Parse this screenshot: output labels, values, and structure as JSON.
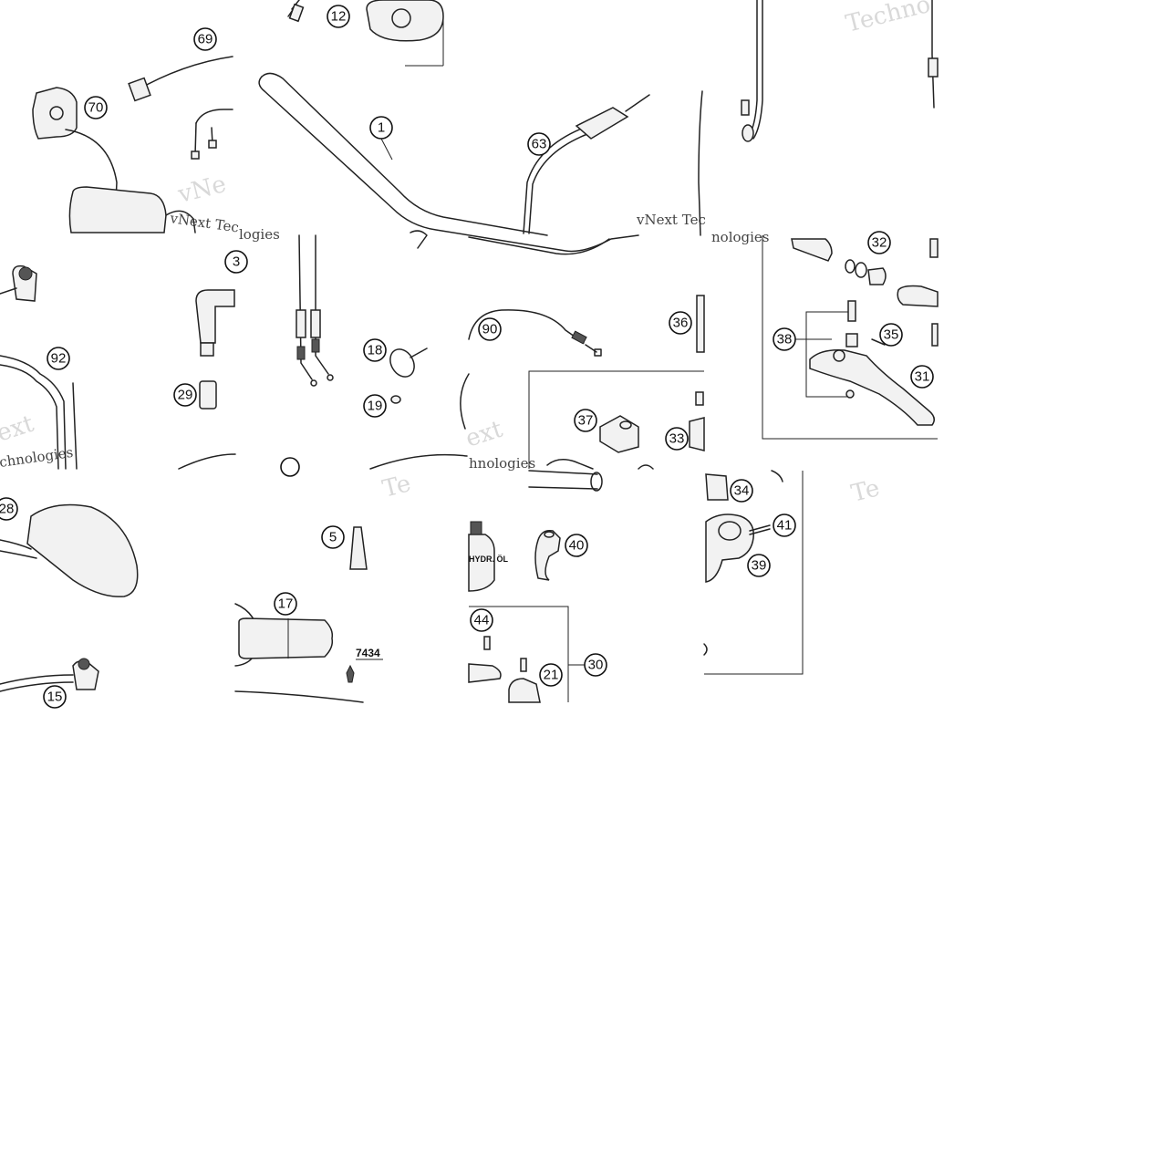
{
  "callouts": {
    "c1": "1",
    "c3": "3",
    "c5": "5",
    "c12": "12",
    "c15": "15",
    "c17": "17",
    "c18": "18",
    "c19": "19",
    "c21": "21",
    "c28": "28",
    "c29": "29",
    "c30": "30",
    "c31": "31",
    "c32": "32",
    "c33": "33",
    "c34": "34",
    "c35": "35",
    "c36": "36",
    "c37": "37",
    "c38": "38",
    "c39": "39",
    "c40": "40",
    "c41": "41",
    "c44": "44",
    "c63": "63",
    "c69": "69",
    "c70": "70",
    "c90": "90",
    "c92": "92"
  },
  "part_code": "7434",
  "bottle_label": "HYDR. ÖL",
  "watermarks": {
    "vnext_tec": "vNext Tec",
    "vnext_technologies": "vNext Technologies",
    "technologies": "Technologies",
    "techno": "Techno",
    "te": "Te",
    "ext": "ext",
    "hnologies": "hnologies",
    "chnologies": "chnologies",
    "nologies": "nologies",
    "logies": "logies",
    "vne": "vNe"
  },
  "colors": {
    "line": "#222222",
    "watermark": "#d9d9d9",
    "background": "#ffffff"
  }
}
